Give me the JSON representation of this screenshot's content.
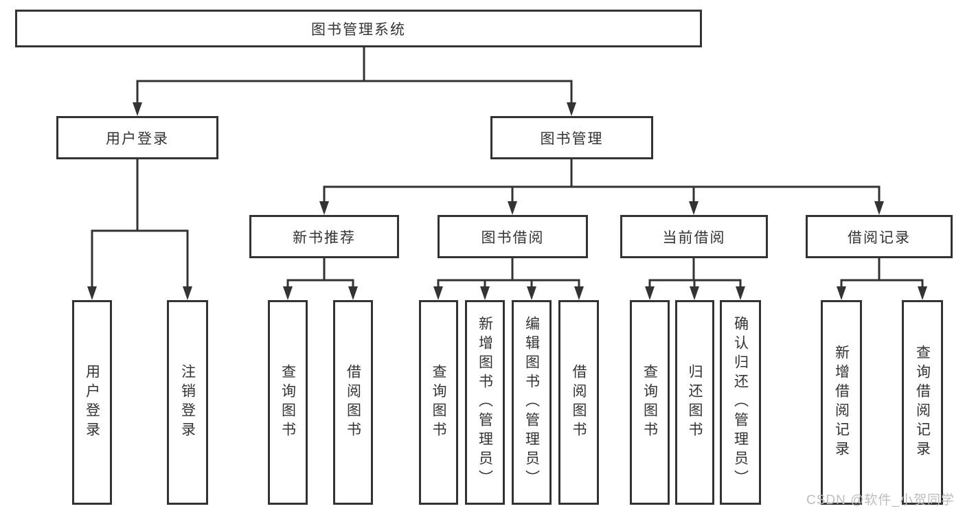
{
  "diagram": {
    "root": {
      "label": "图书管理系统"
    },
    "branches": {
      "user_login": {
        "label": "用户登录",
        "children": [
          {
            "label": "用户登录"
          },
          {
            "label": "注销登录"
          }
        ]
      },
      "book_mgmt": {
        "label": "图书管理",
        "children": [
          {
            "label": "新书推荐",
            "children": [
              {
                "label": "查询图书"
              },
              {
                "label": "借阅图书"
              }
            ]
          },
          {
            "label": "图书借阅",
            "children": [
              {
                "label": "查询图书"
              },
              {
                "label": "新增图书（管理员）"
              },
              {
                "label": "编辑图书（管理员）"
              },
              {
                "label": "借阅图书"
              }
            ]
          },
          {
            "label": "当前借阅",
            "children": [
              {
                "label": "查询图书"
              },
              {
                "label": "归还图书"
              },
              {
                "label": "确认归还（管理员）"
              }
            ]
          },
          {
            "label": "借阅记录",
            "children": [
              {
                "label": "新增借阅记录"
              },
              {
                "label": "查询借阅记录"
              }
            ]
          }
        ]
      }
    },
    "colors": {
      "line": "#333333",
      "text": "#333333",
      "background": "#ffffff",
      "watermark_color": "#bdbdbd"
    }
  },
  "watermark": {
    "text": "CSDN @软件_小贺同学"
  }
}
